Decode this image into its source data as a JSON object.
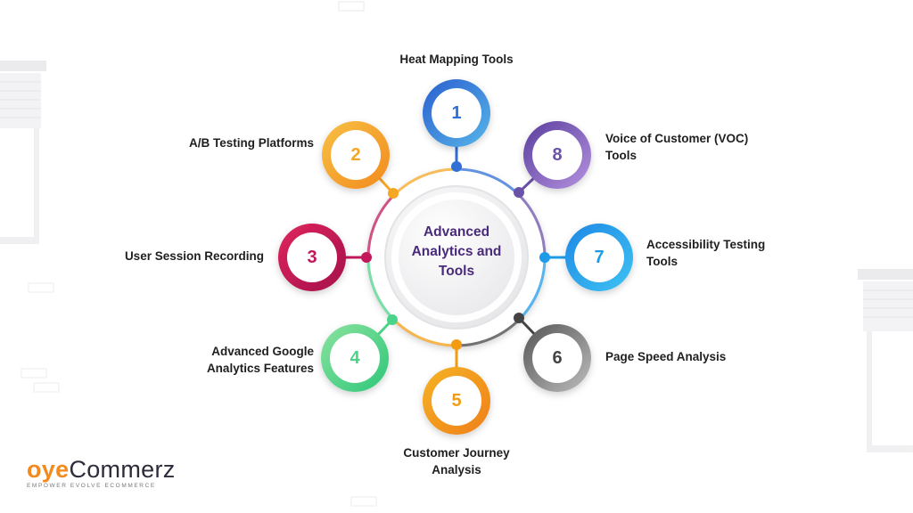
{
  "diagram": {
    "center_text": "Advanced\nAnalytics and\nTools",
    "nodes": [
      {
        "number": "1",
        "label": "Heat Mapping Tools"
      },
      {
        "number": "2",
        "label": "A/B Testing Platforms"
      },
      {
        "number": "3",
        "label": "User Session Recording"
      },
      {
        "number": "4",
        "label": "Advanced Google\nAnalytics Features"
      },
      {
        "number": "5",
        "label": "Customer Journey\nAnalysis"
      },
      {
        "number": "6",
        "label": "Page Speed Analysis"
      },
      {
        "number": "7",
        "label": "Accessibility Testing\nTools"
      },
      {
        "number": "8",
        "label": "Voice of Customer (VOC)\nTools"
      }
    ],
    "colors": {
      "1": "#2f6fd6",
      "2": "#f5a623",
      "3": "#c2185b",
      "4": "#4cd38a",
      "5": "#f39c12",
      "6": "#444444",
      "7": "#1e9be8",
      "8": "#6a52a8",
      "center": "#4a2a7a"
    }
  },
  "logo": {
    "oye": "oye",
    "commerz": "Commerz",
    "tagline": "EMPOWER EVOLVE ECOMMERCE"
  }
}
